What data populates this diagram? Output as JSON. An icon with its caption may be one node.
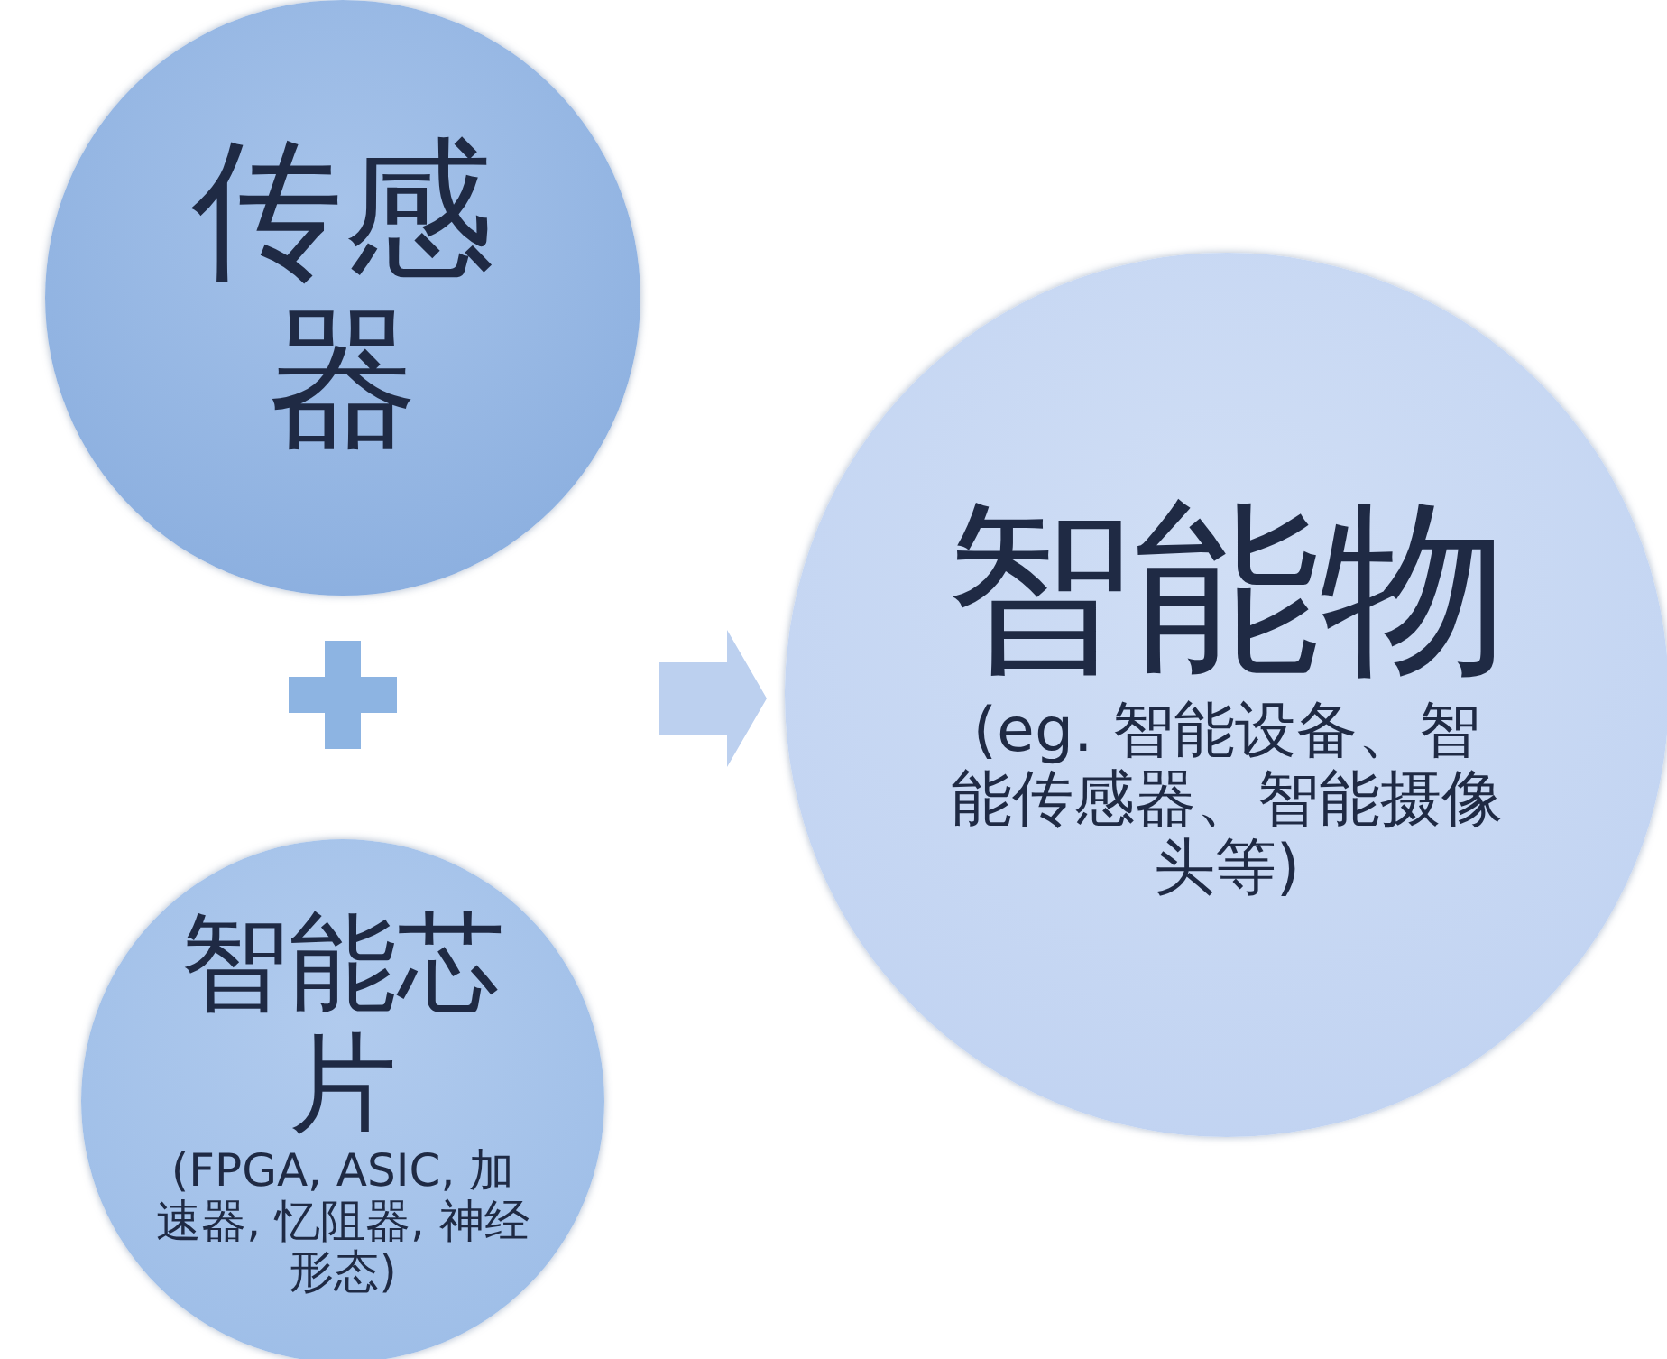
{
  "diagram": {
    "nodes": [
      {
        "text": [
          "传感器"
        ]
      },
      {
        "text": [
          "智能芯片",
          "(FPGA, ASIC, 加速器, 忆阻器, 神经形态)"
        ]
      },
      {
        "text": [
          "智能物",
          "(eg. 智能设备、智能传感器、智能摄像头等)"
        ]
      }
    ],
    "edges": [
      {
        "from": 0,
        "to": 2,
        "arrow": "to"
      },
      {
        "from": 1,
        "to": 2,
        "arrow": "to"
      }
    ]
  }
}
